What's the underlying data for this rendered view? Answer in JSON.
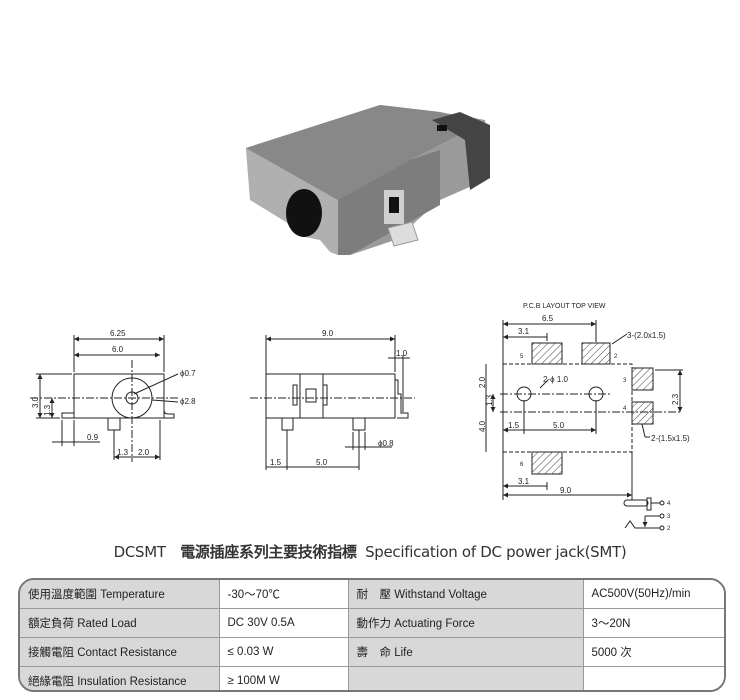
{
  "colors": {
    "table_label_bg": "#d8d8d8",
    "border": "#777777",
    "body_top": "#8c8c8c",
    "body_front": "#a9a9a9"
  },
  "front_view": {
    "dims": [
      "6.25",
      "6.0",
      "ϕ0.7",
      "ϕ2.8",
      "3.0",
      "1.3",
      "0.9",
      "1.3",
      "2.0"
    ]
  },
  "side_view": {
    "dims": [
      "9.0",
      "1.0",
      "ϕ0.8",
      "1.5",
      "5.0"
    ]
  },
  "pcb_layout": {
    "title": "P.C.B LAYOUT   TOP VIEW",
    "dims": [
      "6.5",
      "3.1",
      "3-(2.0x1.5)",
      "2-ϕ 1.0",
      "2.0",
      "1.3",
      "4.0",
      "1.5",
      "5.0",
      "2.3",
      "2-(1.5x1.5)",
      "3.1",
      "9.0"
    ],
    "pins": [
      "5",
      "2",
      "3",
      "4",
      "6"
    ],
    "schematic_pins": [
      "4",
      "3",
      "2"
    ]
  },
  "heading": {
    "model": "DCSMT",
    "chinese": "電源插座系列主要技術指標",
    "english": "Specification of DC power jack(SMT)"
  },
  "spec_table": [
    {
      "label1": "使用溫度範圍 Temperature",
      "value1": "-30～70℃",
      "label2": "耐　壓  Withstand Voltage",
      "value2": "AC500V(50Hz)/min"
    },
    {
      "label1": "額定負荷  Rated Load",
      "value1": "DC  30V  0.5A",
      "label2": "動作力  Actuating Force",
      "value2": "3～20N"
    },
    {
      "label1": "接觸電阻  Contact Resistance",
      "value1": "≤ 0.03 W",
      "label2": "壽　命  Life",
      "value2": "5000 次"
    },
    {
      "label1": "絕緣電阻  Insulation Resistance",
      "value1": "≥ 100M W",
      "label2": "",
      "value2": ""
    }
  ]
}
